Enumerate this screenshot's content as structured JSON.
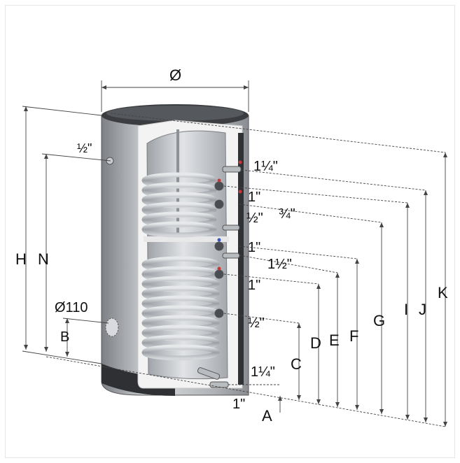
{
  "diagram": {
    "top_labels": {
      "diameter": "Ø"
    },
    "left_labels": {
      "H": "H",
      "N": "N",
      "B": "B",
      "side_port_diameter": "Ø110",
      "top_left_connection": "½\""
    },
    "connection_sizes": {
      "c1": "1¼\"",
      "c2": "1\"",
      "c3": "½\"",
      "c4": "¾\"",
      "c5": "1\"",
      "c6": "1½\"",
      "c7": "1\"",
      "c8": "½\"",
      "c9": "1¼\"",
      "c10": "1\""
    },
    "dimension_letters": {
      "A": "A",
      "C": "C",
      "D": "D",
      "E": "E",
      "F": "F",
      "G": "G",
      "I": "I",
      "J": "J",
      "K": "K"
    },
    "colors": {
      "shell": "#b9bcc0",
      "shell_dark": "#3b3d40",
      "insulation": "#f2f2f2",
      "tank": "#cfd2d6",
      "coil": "#a9adb2",
      "lines": "#444444"
    }
  }
}
